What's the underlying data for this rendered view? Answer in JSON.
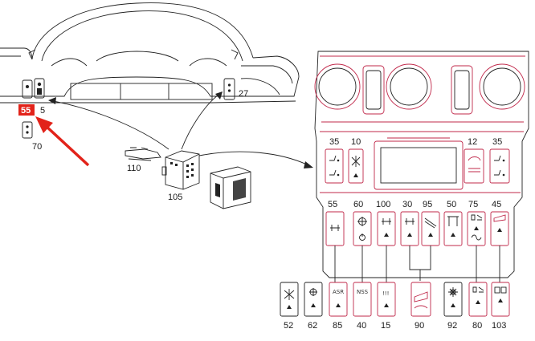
{
  "colors": {
    "line": "#222222",
    "accent_outline": "#c0284a",
    "arrow": "#e2231a",
    "highlight": "#e2231a",
    "background": "#ffffff"
  },
  "instrument_cluster": {
    "labels": {
      "highlighted": "55",
      "left_switch_pair": "5",
      "right_switch": "27",
      "small_switch": "70",
      "connector": "110",
      "module": "105"
    }
  },
  "center_console": {
    "top_row": [
      "35",
      "10",
      "12",
      "35"
    ],
    "middle_row": [
      "55",
      "60",
      "100",
      "30",
      "95",
      "50",
      "75",
      "45"
    ],
    "bottom_row": [
      "52",
      "62",
      "85",
      "40",
      "15",
      "90",
      "92",
      "80",
      "103"
    ]
  },
  "switch_text": {
    "asr": "ASR",
    "nss": "NSS",
    "eds": "!!!"
  },
  "icons": {
    "arrow": "red-callout-arrow-icon",
    "seat_heater": "seat-heater-icon",
    "fan": "fan-icon",
    "headlamp": "headlamp-icon",
    "sunroof": "sunroof-icon",
    "window": "window-icon",
    "rear_defrost": "rear-defrost-icon"
  }
}
